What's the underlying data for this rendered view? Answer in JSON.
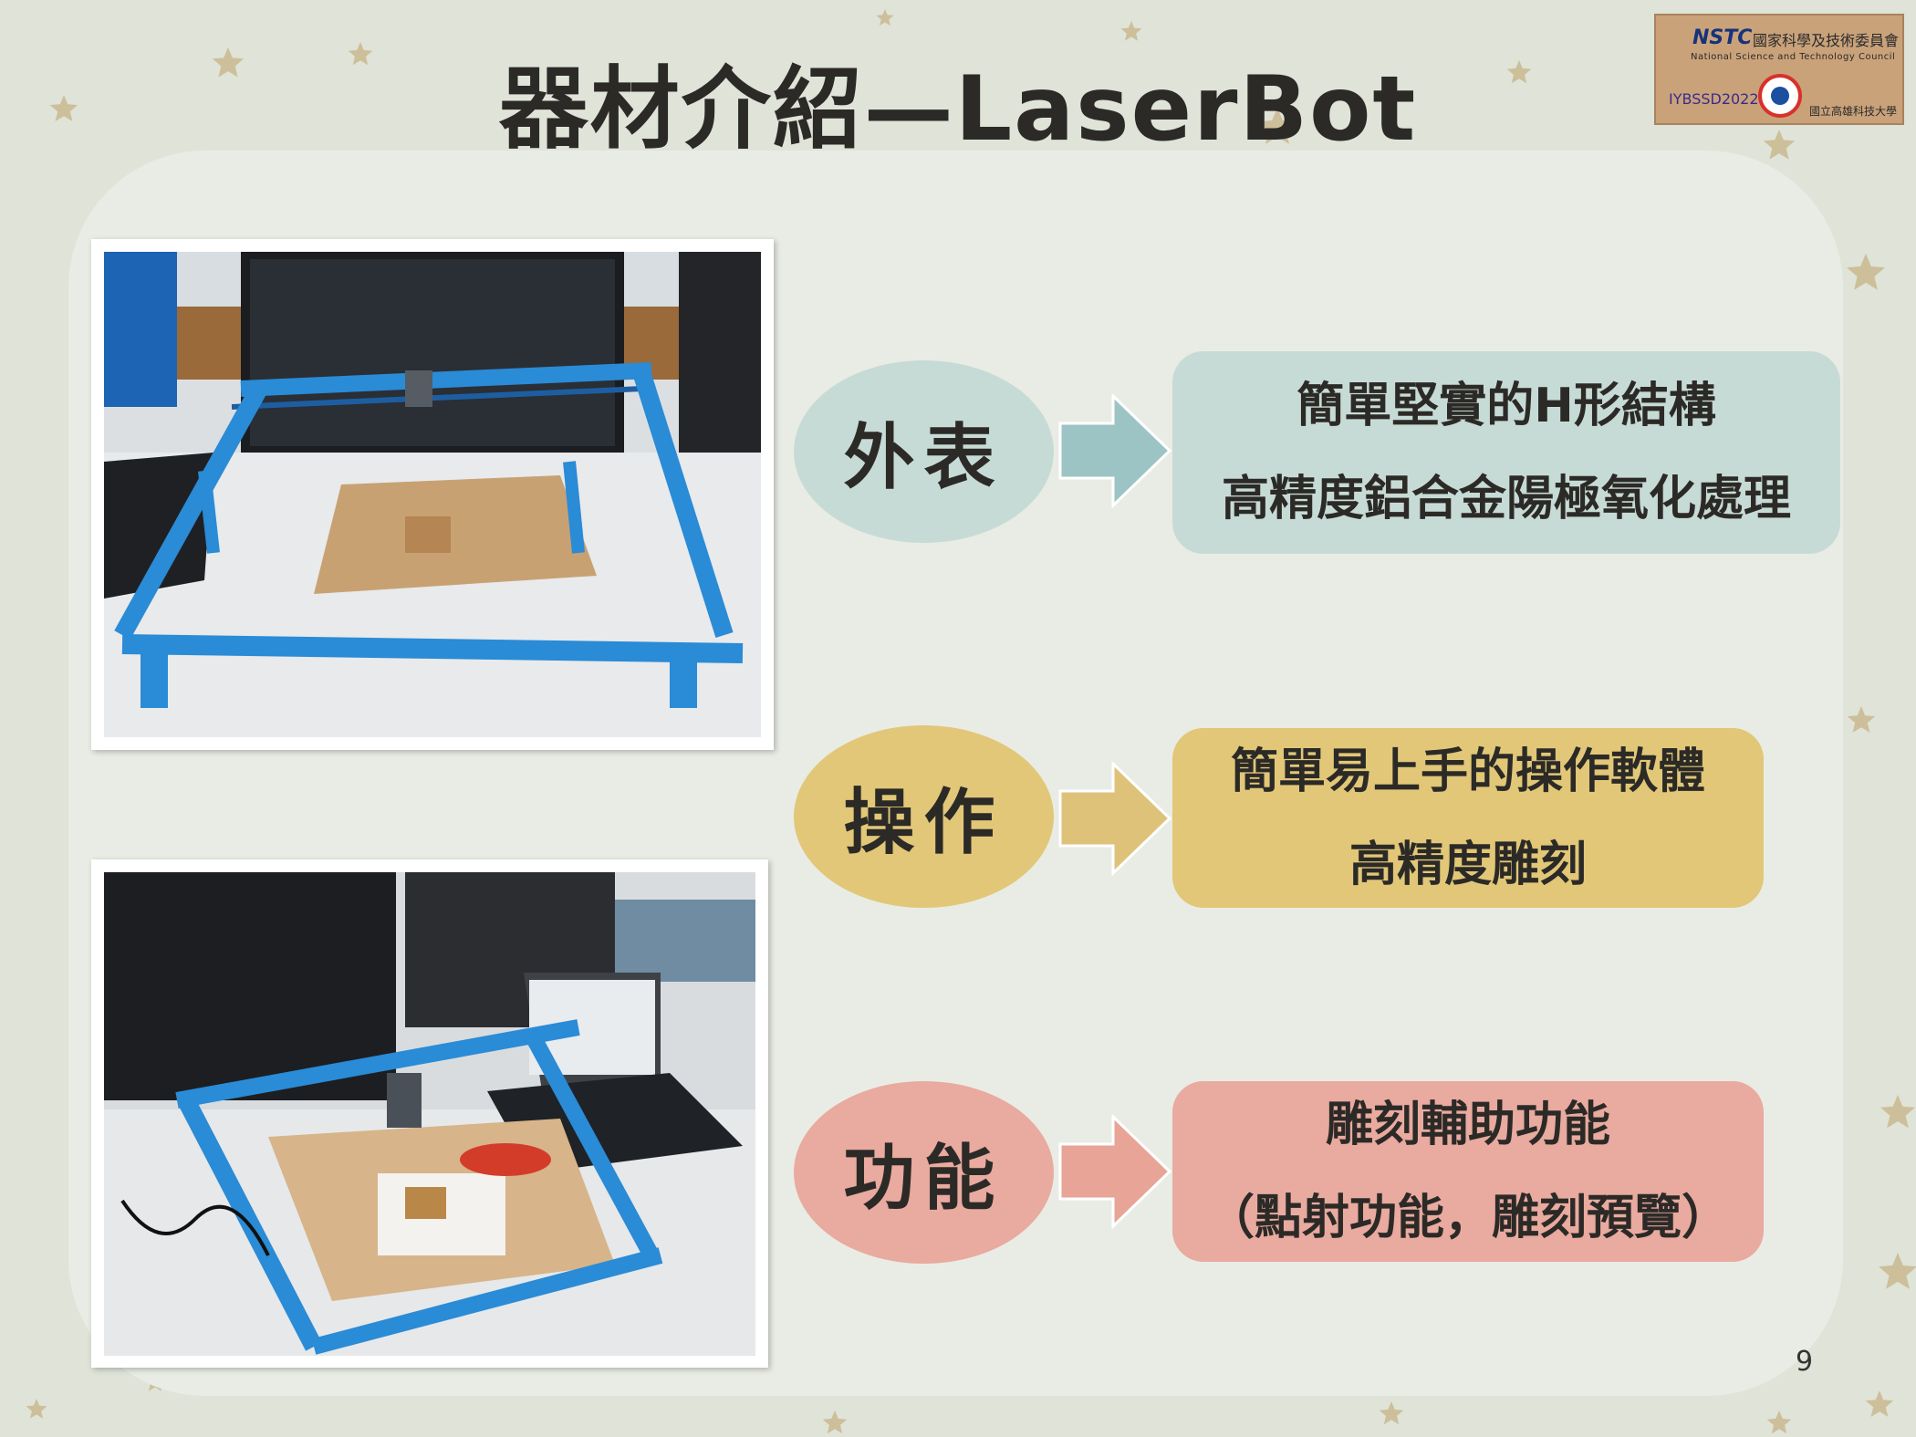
{
  "page": {
    "title": "器材介紹—LaserBot",
    "page_number": "9"
  },
  "logo": {
    "nstc_mark": "NSTC",
    "nstc_zh": "國家科學及技術委員會",
    "nstc_en": "National Science and Technology Council",
    "iybssd": "IYBSSD2022",
    "university": "國立高雄科技大學"
  },
  "photos": [
    {
      "subject": "LaserBot frame on desk"
    },
    {
      "subject": "LaserBot engraving with laptop"
    }
  ],
  "features": [
    {
      "label": "外表",
      "line1": "簡單堅實的H形結構",
      "line2": "高精度鋁合金陽極氧化處理"
    },
    {
      "label": "操作",
      "line1": "簡單易上手的操作軟體",
      "line2": "高精度雕刻"
    },
    {
      "label": "功能",
      "line1": "雕刻輔助功能",
      "line2": "（點射功能，雕刻預覽）"
    }
  ],
  "colors": {
    "appearance": "#c7dbd6",
    "operation": "#e1c777",
    "function": "#e9aa9f",
    "arrow_appearance": "#9dc4c4",
    "arrow_operation": "#dfc27a",
    "arrow_function": "#e7a497",
    "star": "#c9b98f",
    "background": "#dfe3d8",
    "panel": "#e9ece4"
  }
}
